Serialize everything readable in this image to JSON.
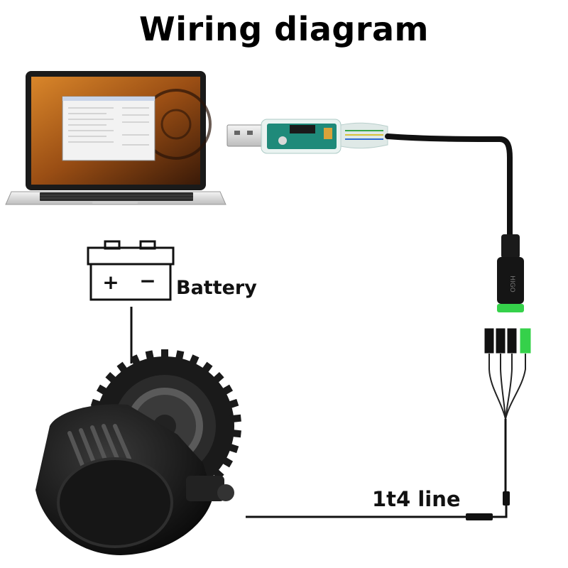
{
  "title": "Wiring diagram",
  "labels": {
    "battery": "Battery",
    "line": "1t4 line",
    "battery_plus": "+",
    "battery_minus": "−"
  },
  "colors": {
    "cable": "#111111",
    "connector_accent": "#35d14a",
    "laptop_body": "#e6e6e6",
    "usb_board": "#1f8a7a"
  },
  "components": [
    "laptop-icon",
    "usb-adapter-icon",
    "connector-icon",
    "battery-icon",
    "motor-icon"
  ]
}
